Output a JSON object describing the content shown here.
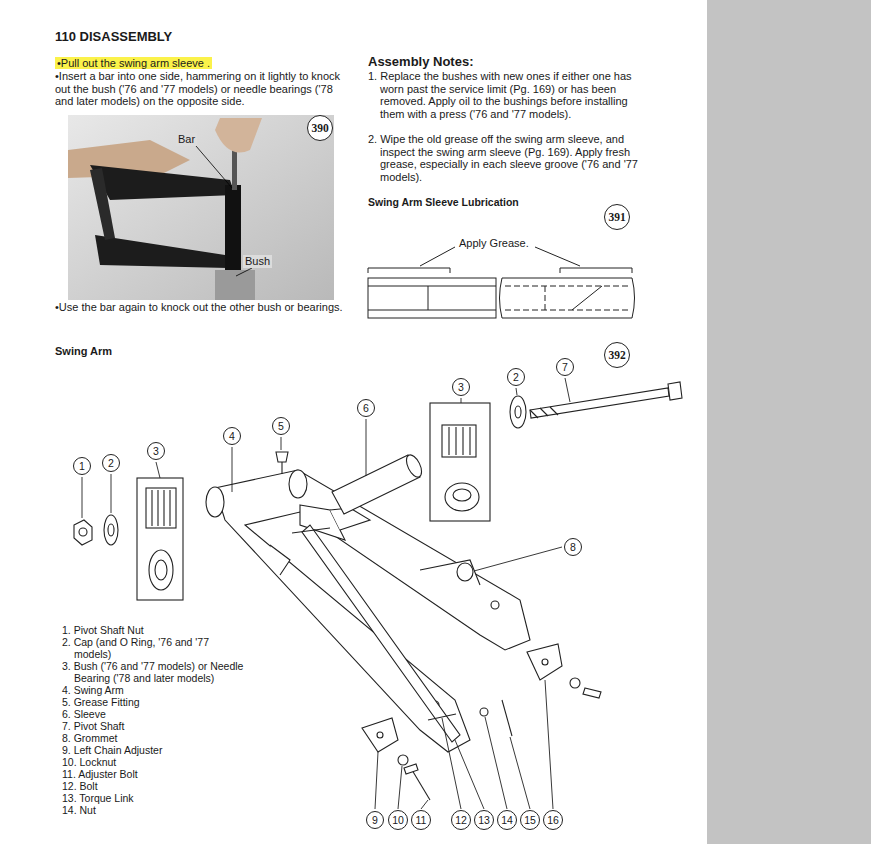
{
  "diagram": {
    "title": "110 DISASSEMBLY",
    "nodes": [
      {
        "text": [
          "•Pull out the swing arm sleeve ."
        ]
      },
      {
        "text": [
          "390"
        ]
      },
      {
        "text": [
          "391"
        ]
      },
      {
        "text": [
          "392"
        ]
      },
      {
        "text": [
          "1"
        ]
      },
      {
        "text": [
          "2"
        ]
      },
      {
        "text": [
          "3"
        ]
      },
      {
        "text": [
          "4"
        ]
      },
      {
        "text": [
          "5"
        ]
      },
      {
        "text": [
          "6"
        ]
      },
      {
        "text": [
          "3"
        ]
      },
      {
        "text": [
          "2"
        ]
      },
      {
        "text": [
          "7"
        ]
      },
      {
        "text": [
          "8"
        ]
      },
      {
        "text": [
          "9"
        ]
      },
      {
        "text": [
          "10"
        ]
      },
      {
        "text": [
          "11"
        ]
      },
      {
        "text": [
          "12"
        ]
      },
      {
        "text": [
          "13"
        ]
      },
      {
        "text": [
          "14"
        ]
      },
      {
        "text": [
          "15"
        ]
      },
      {
        "text": [
          "16"
        ]
      }
    ],
    "labels": [
      "•Insert a bar into one side, hammering on it lightly to knock out the bush ('76 and '77 models) or needle bearings ('78 and later models) on the opposite side.",
      "Bar",
      "Bush",
      "•Use the bar again to knock out the other bush or bearings.",
      "Swing Arm",
      "Assembly Notes:",
      "1. Replace the bushes with new ones if either one has worn past the service limit (Pg. 169) or has been removed. Apply oil to the bushings before installing them with a press ('76 and '77 models).",
      "2. Wipe the old grease off the swing arm sleeve, and inspect the swing arm sleeve (Pg. 169). Apply fresh grease, especially in each sleeve groove ('76 and '77 models).",
      "Swing Arm Sleeve Lubrication",
      "Apply Grease.",
      "1. Pivot Shaft Nut",
      "2. Cap (and O Ring, '76 and '77 models)",
      "3. Bush ('76 and '77 models) or Needle Bearing ('78 and later models)",
      "4. Swing Arm",
      "5. Grease Fitting",
      "6. Sleeve",
      "7. Pivot Shaft",
      "8. Grommet",
      "9. Left Chain Adjuster",
      "10. Locknut",
      "11. Adjuster Bolt",
      "12. Bolt",
      "13. Torque Link",
      "14. Nut"
    ]
  }
}
